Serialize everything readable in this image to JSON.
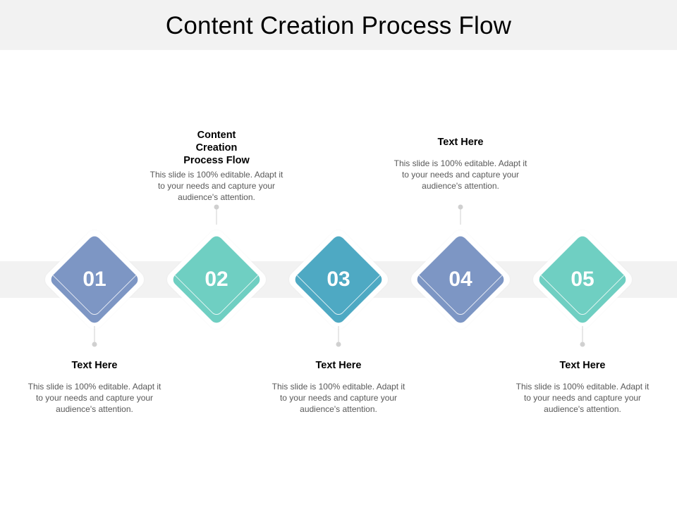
{
  "title": "Content Creation Process Flow",
  "colors": {
    "slate_blue": "#7d96c4",
    "teal": "#6fcfc2",
    "cyan_blue": "#4ea9c3",
    "band": "#f2f2f2",
    "connector": "#d0d0d0"
  },
  "steps": [
    {
      "number": "01",
      "color": "#7d96c4",
      "position": "below",
      "heading": "Text Here",
      "body": "This slide is 100% editable. Adapt it to your needs and capture your audience's attention."
    },
    {
      "number": "02",
      "color": "#6fcfc2",
      "position": "above",
      "heading": "Content Creation Process Flow",
      "body": "This slide is 100% editable. Adapt it to your needs and capture your audience's attention."
    },
    {
      "number": "03",
      "color": "#4ea9c3",
      "position": "below",
      "heading": "Text Here",
      "body": "This slide is 100% editable. Adapt it to your needs and capture your audience's attention."
    },
    {
      "number": "04",
      "color": "#7d96c4",
      "position": "above",
      "heading": "Text Here",
      "body": "This slide is 100% editable. Adapt it to your needs and capture your audience's attention."
    },
    {
      "number": "05",
      "color": "#6fcfc2",
      "position": "below",
      "heading": "Text Here",
      "body": "This slide is 100% editable. Adapt it to your needs and capture your audience's attention."
    }
  ]
}
